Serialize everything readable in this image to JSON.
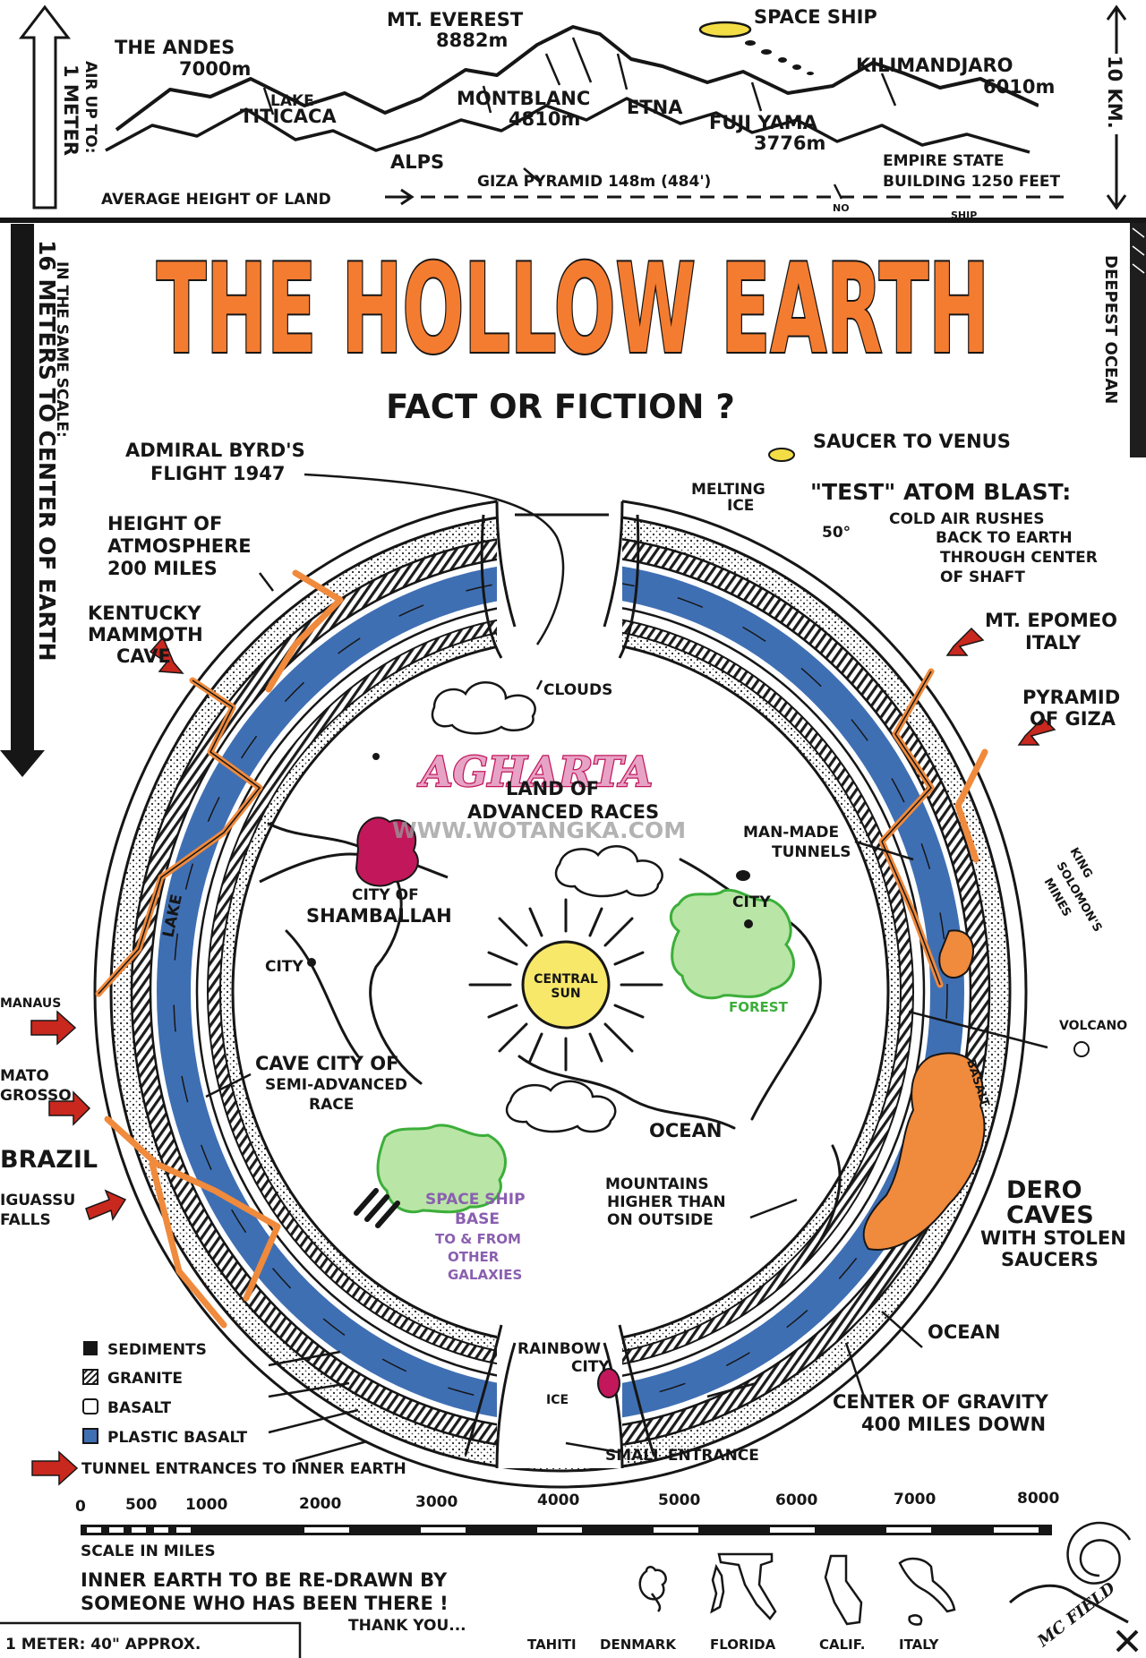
{
  "colors": {
    "ink": "#161616",
    "title_orange": "#f47c30",
    "arrow_red": "#c8281e",
    "mantle_blue": "#3f6fb3",
    "sun_yellow": "#f7e86a",
    "city_magenta": "#c2185b",
    "forest_green": "#3cae3a",
    "vein_orange": "#f08a3c",
    "space_base_purple": "#8a5fb0"
  },
  "top": {
    "andes": [
      "THE ANDES",
      "7000m"
    ],
    "everest": [
      "MT. EVEREST",
      "8882m"
    ],
    "space_ship": "SPACE SHIP",
    "kilimanjaro": [
      "KILIMANDJARO",
      "6010m"
    ],
    "titicaca": [
      "LAKE",
      "TITICACA"
    ],
    "montblanc": [
      "MONTBLANC",
      "4810m"
    ],
    "etna": "ETNA",
    "fuji": [
      "FUJI YAMA",
      "3776m"
    ],
    "alps": "ALPS",
    "giza": "GIZA PYRAMID 148m (484')",
    "empire": [
      "EMPIRE STATE",
      "BUILDING 1250 FEET"
    ],
    "avg_height": "AVERAGE HEIGHT OF LAND",
    "ten_km": "10 KM.",
    "air": [
      "AIR UP TO:",
      "1 METER"
    ],
    "tiny1": "NO",
    "tiny2": "SHIP"
  },
  "side": {
    "scale_note": "IN THE SAME SCALE:",
    "sixteen_meters": "16 METERS TO CENTER OF EARTH",
    "deepest_ocean": "DEEPEST OCEAN"
  },
  "title": {
    "main": "THE HOLLOW EARTH",
    "subtitle": "FACT OR FICTION ?"
  },
  "labels": {
    "byrd": [
      "ADMIRAL BYRD'S",
      "FLIGHT 1947"
    ],
    "atmosphere": [
      "HEIGHT OF",
      "ATMOSPHERE",
      "200 MILES"
    ],
    "kentucky": [
      "KENTUCKY",
      "MAMMOTH",
      "CAVE"
    ],
    "saucer": "SAUCER TO VENUS",
    "melting": [
      "MELTING",
      "ICE"
    ],
    "atom": [
      "\"TEST\" ATOM BLAST:",
      "COLD AIR RUSHES",
      "BACK TO EARTH",
      "THROUGH CENTER",
      "OF SHAFT"
    ],
    "deg50": "50°",
    "epomeo": [
      "MT. EPOMEO",
      "ITALY"
    ],
    "pyramid": [
      "PYRAMID",
      "OF GIZA"
    ],
    "clouds": "CLOUDS",
    "agharta": "AGHARTA",
    "land": [
      "LAND OF",
      "ADVANCED RACES"
    ],
    "watermark": "WWW.WOTANGKA.COM",
    "tunnels": [
      "MAN-MADE",
      "TUNNELS"
    ],
    "solomon": [
      "KING",
      "SOLOMON'S",
      "MINES"
    ],
    "shamballah": [
      "CITY OF",
      "SHAMBALLAH"
    ],
    "city_right": "CITY",
    "city_left": "CITY",
    "lake": "LAKE",
    "sun": [
      "CENTRAL",
      "SUN"
    ],
    "forest": "FOREST",
    "manaus": "MANAUS",
    "volcano": "VOLCANO",
    "cave_city": [
      "CAVE CITY OF",
      "SEMI-ADVANCED",
      "RACE"
    ],
    "mato": [
      "MATO",
      "GROSSO"
    ],
    "brazil": "BRAZIL",
    "ocean_inner": "OCEAN",
    "iguassu": [
      "IGUASSU",
      "FALLS"
    ],
    "mountains": [
      "MOUNTAINS",
      "HIGHER THAN",
      "ON OUTSIDE"
    ],
    "spacebase": [
      "SPACE SHIP",
      "BASE",
      "TO & FROM",
      "OTHER",
      "GALAXIES"
    ],
    "dero": [
      "DERO",
      "CAVES"
    ],
    "stolen": [
      "WITH STOLEN",
      "SAUCERS"
    ],
    "ocean_outer": "OCEAN",
    "rainbow": [
      "RAINBOW",
      "CITY"
    ],
    "ice": "ICE",
    "gravity": [
      "CENTER OF GRAVITY",
      "400 MILES DOWN"
    ],
    "small_entrance": "SMALL ENTRANCE",
    "basalt_band": "BASALT"
  },
  "legend": [
    {
      "label": "SEDIMENTS",
      "icon": "sediments-swatch-icon"
    },
    {
      "label": "GRANITE",
      "icon": "granite-swatch-icon"
    },
    {
      "label": "BASALT",
      "icon": "basalt-swatch-icon"
    },
    {
      "label": "PLASTIC BASALT",
      "icon": "plastic-basalt-swatch-icon"
    }
  ],
  "tunnel_legend": "TUNNEL ENTRANCES TO INNER EARTH",
  "scale": {
    "ticks": [
      "0",
      "500",
      "1000",
      "2000",
      "3000",
      "4000",
      "5000",
      "6000",
      "7000",
      "8000"
    ],
    "caption": "SCALE IN MILES"
  },
  "bottom": {
    "note": [
      "INNER EARTH TO BE RE-DRAWN BY",
      "SOMEONE WHO HAS BEEN THERE !",
      "THANK YOU..."
    ],
    "meter": "1 METER: 40\" APPROX.",
    "maps": [
      "TAHITI",
      "DENMARK",
      "FLORIDA",
      "CALIF.",
      "ITALY"
    ],
    "signature": "MC FIELD"
  }
}
